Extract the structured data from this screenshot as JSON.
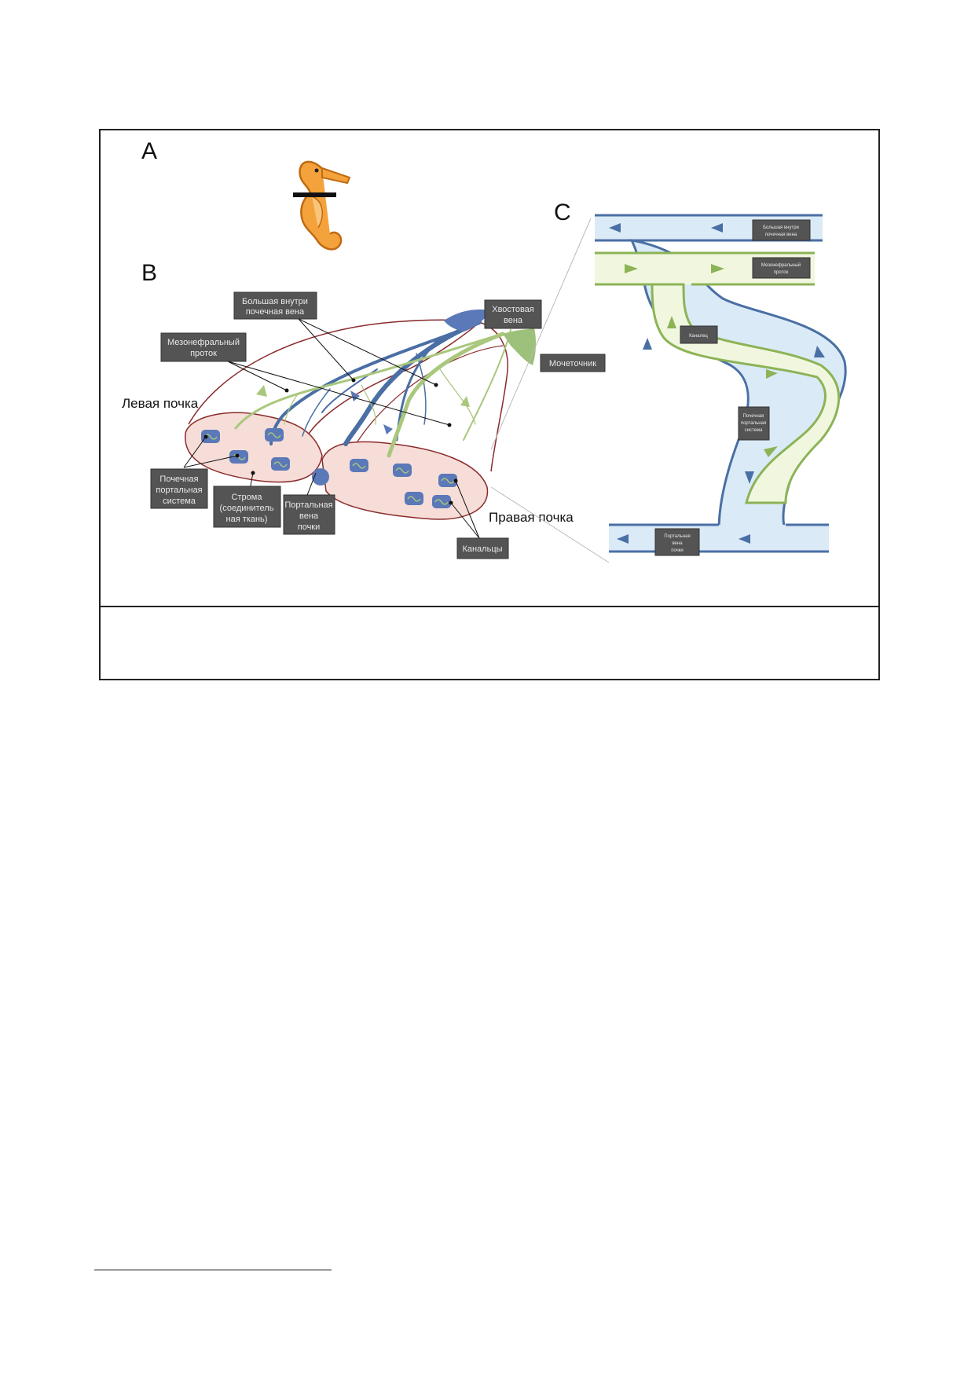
{
  "panels": {
    "a": "A",
    "b": "B",
    "c": "C"
  },
  "labels": {
    "big_vein": [
      "Большая внутри",
      "почечная вена"
    ],
    "meso_duct": [
      "Мезонефральный",
      "проток"
    ],
    "tail_vein": [
      "Хвостовая",
      "вена"
    ],
    "ureter": "Мочеточник",
    "left_kidney": "Левая почка",
    "right_kidney": "Правая почка",
    "portal_system": [
      "Почечная",
      "портальная",
      "система"
    ],
    "stroma": [
      "Строма",
      "(соединитель",
      "ная ткань)"
    ],
    "portal_vein": [
      "Портальная",
      "вена",
      "почки"
    ],
    "tubules": "Канальцы"
  },
  "panel_c_labels": {
    "big_vein": [
      "Большая внутри",
      "почечная вена"
    ],
    "meso_duct": [
      "Мезонефральный",
      "проток"
    ],
    "tubule": "Каналец",
    "portal_system": [
      "Почечная",
      "портальная",
      "система"
    ],
    "portal_vein": [
      "Портальная",
      "вена",
      "почки"
    ]
  },
  "colors": {
    "vein_blue": "#4a6fa5",
    "vein_light": "#dbeaf7",
    "duct_green": "#8cb356",
    "duct_light": "#f1f7df",
    "kidney_fill": "#f6ddd8",
    "kidney_outline": "#8b2a2a",
    "label_box": "#545454",
    "seahorse": "#f4a23c"
  }
}
